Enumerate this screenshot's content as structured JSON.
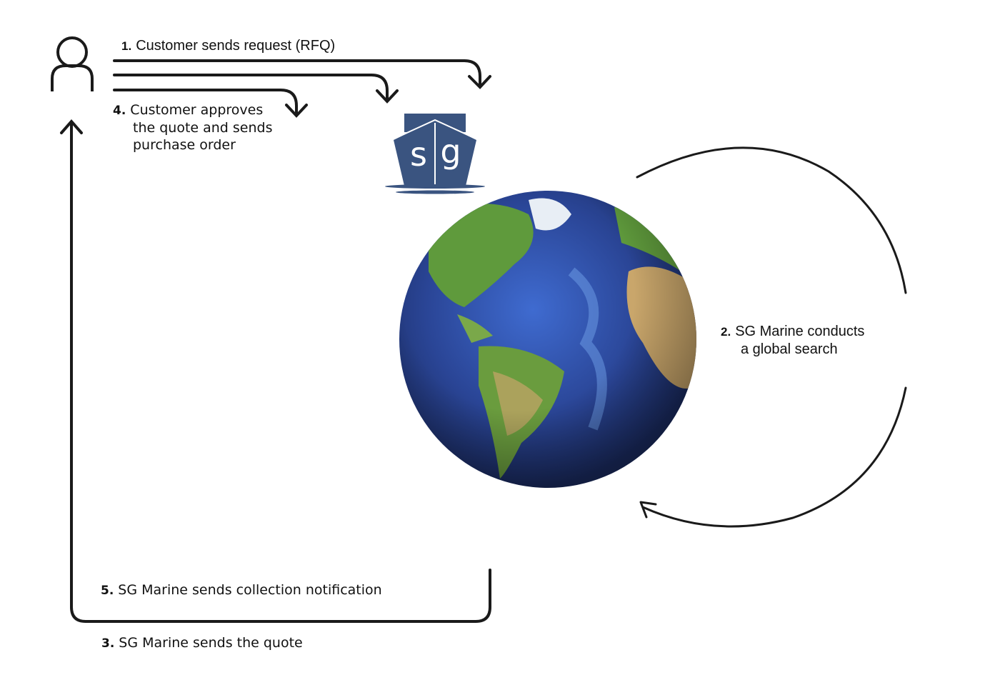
{
  "steps": [
    {
      "num": "1.",
      "text": "Customer sends request (RFQ)"
    },
    {
      "num": "2.",
      "line1": "SG Marine conducts",
      "line2": "a global search"
    },
    {
      "num": "3.",
      "text": "SG Marine sends the quote"
    },
    {
      "num": "4.",
      "line1": "Customer approves",
      "line2": "the quote and sends",
      "line3": "purchase order"
    },
    {
      "num": "5.",
      "text": "SG Marine sends collection notification"
    }
  ],
  "logo": {
    "text": "sg",
    "color": "#3a5480"
  },
  "icons": {
    "customer": "person-icon",
    "globe": "globe-icon"
  },
  "colors": {
    "line": "#1a1a1a",
    "ocean": "#2c4a9a",
    "land": "#5f9a3c"
  }
}
